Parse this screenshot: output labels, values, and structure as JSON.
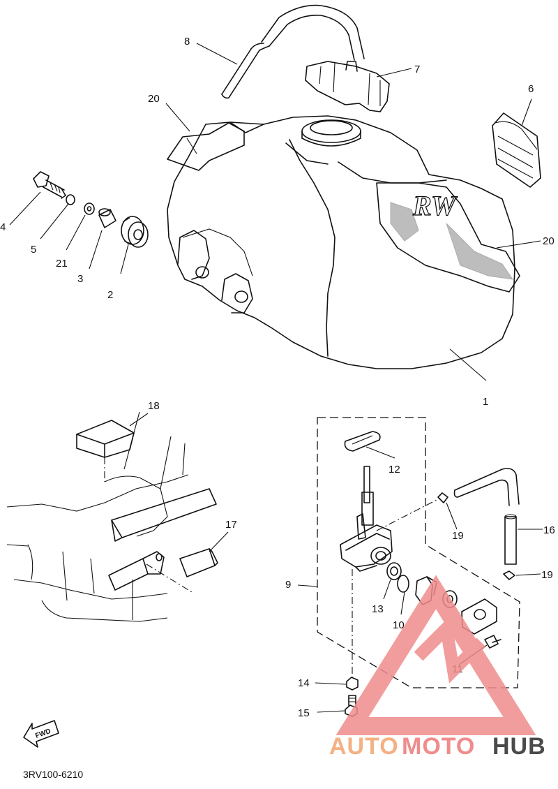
{
  "diagram": {
    "callouts": [
      "1",
      "2",
      "3",
      "4",
      "5",
      "6",
      "7",
      "8",
      "9",
      "10",
      "11",
      "12",
      "13",
      "14",
      "15",
      "16",
      "17",
      "18",
      "19",
      "20",
      "21"
    ],
    "label_19b": "19",
    "label_20b": "20",
    "fwd_label": "FWD",
    "part_code": "3RV100-6210",
    "graphic_letters": "RW"
  },
  "watermark": {
    "text_auto": "AUTO",
    "text_moto": "MOTO",
    "text_hub": "HUB",
    "color_primary": "#f08c8c",
    "color_secondary": "#f4b183",
    "color_dark": "#4a4a4a"
  }
}
